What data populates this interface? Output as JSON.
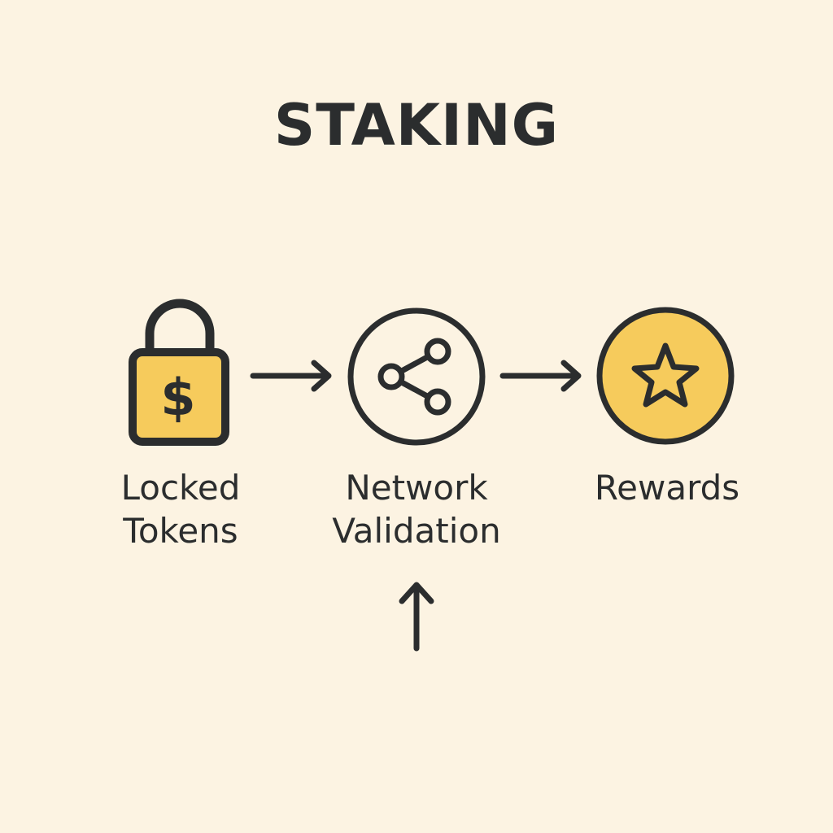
{
  "title": "STAKING",
  "steps": [
    {
      "line1": "Locked",
      "line2": "Tokens",
      "icon": "padlock-dollar-icon"
    },
    {
      "line1": "Network",
      "line2": "Validation",
      "icon": "share-network-icon"
    },
    {
      "line1": "Rewards",
      "line2": "",
      "icon": "star-coin-icon"
    }
  ],
  "colors": {
    "background": "#fcf3e2",
    "ink": "#2b2d2e",
    "accent": "#f6cb5c"
  }
}
